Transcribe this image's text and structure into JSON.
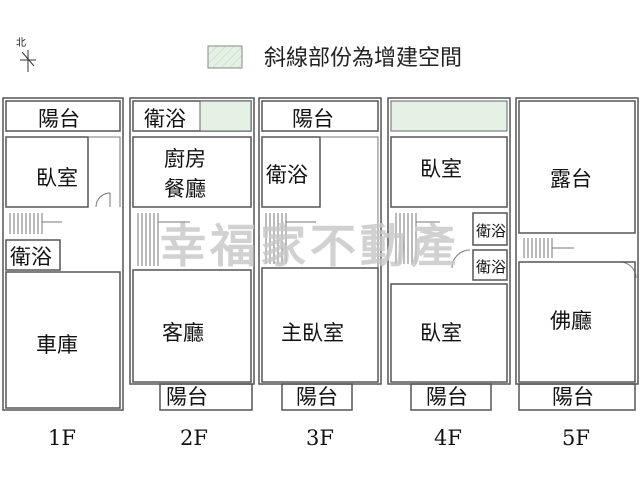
{
  "north_label": "北",
  "legend": {
    "text": "斜線部份為增建空間",
    "swatch_color": "#e4f1e4"
  },
  "watermark": "幸福家不動產",
  "floors": [
    {
      "label": "1F",
      "rooms": {
        "balcony_top": "陽台",
        "bedroom": "臥室",
        "bath": "衛浴",
        "garage": "車庫"
      }
    },
    {
      "label": "2F",
      "rooms": {
        "bath": "衛浴",
        "kitchen_line1": "廚房",
        "kitchen_line2": "餐廳",
        "living": "客廳",
        "balcony_bottom": "陽台"
      }
    },
    {
      "label": "3F",
      "rooms": {
        "balcony_top": "陽台",
        "bath": "衛浴",
        "master": "主臥室",
        "balcony_bottom": "陽台"
      }
    },
    {
      "label": "4F",
      "rooms": {
        "bedroom_top": "臥室",
        "bath_1": "衛浴",
        "bath_2": "衛浴",
        "bedroom_bottom": "臥室",
        "balcony_bottom": "陽台"
      }
    },
    {
      "label": "5F",
      "rooms": {
        "terrace": "露台",
        "shrine": "佛廳",
        "balcony_bottom": "陽台"
      }
    }
  ]
}
